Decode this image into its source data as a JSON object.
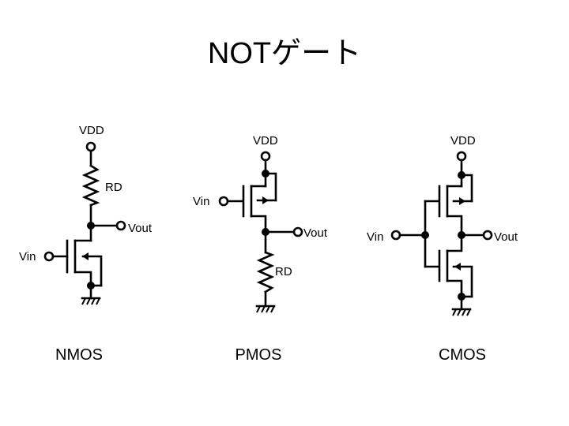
{
  "title": "NOTゲート",
  "colors": {
    "ink": "#000000",
    "background": "#ffffff"
  },
  "nmos": {
    "caption": "NMOS",
    "vdd": "VDD",
    "rd": "RD",
    "vout": "Vout",
    "vin": "Vin"
  },
  "pmos": {
    "caption": "PMOS",
    "vdd": "VDD",
    "vin": "Vin",
    "vout": "Vout",
    "rd": "RD"
  },
  "cmos": {
    "caption": "CMOS",
    "vdd": "VDD",
    "vin": "Vin",
    "vout": "Vout"
  }
}
